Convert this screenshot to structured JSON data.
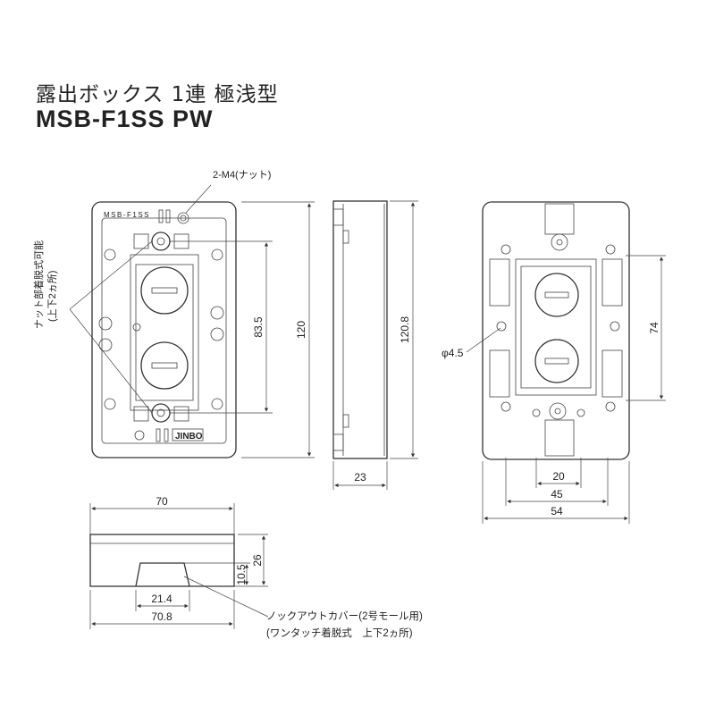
{
  "title_ja": "露出ボックス 1連 極浅型",
  "model": "MSB-F1SS PW",
  "front": {
    "engraving": "MSB-F1SS",
    "brand": "JINBO",
    "nut_label": "2-M4(ナット)",
    "removable_note_line1": "ナット部着脱式可能",
    "removable_note_line2": "(上下2ヵ所)",
    "dim_height": "120",
    "dim_pitch": "83.5"
  },
  "side": {
    "dim_height": "120.8",
    "dim_depth": "23"
  },
  "back": {
    "hole_label": "φ4.5",
    "dim_pitch": "74",
    "dim_20": "20",
    "dim_45": "45",
    "dim_54": "54"
  },
  "bottom": {
    "dim_width_top": "70",
    "dim_width_bottom": "70.8",
    "dim_cover_width": "21.4",
    "dim_cover_height": "10.5",
    "dim_depth": "26",
    "knockout_note_line1": "ノックアウトカバー(2号モール用)",
    "knockout_note_line2": "(ワンタッチ着脱式　上下2ヵ所)"
  }
}
